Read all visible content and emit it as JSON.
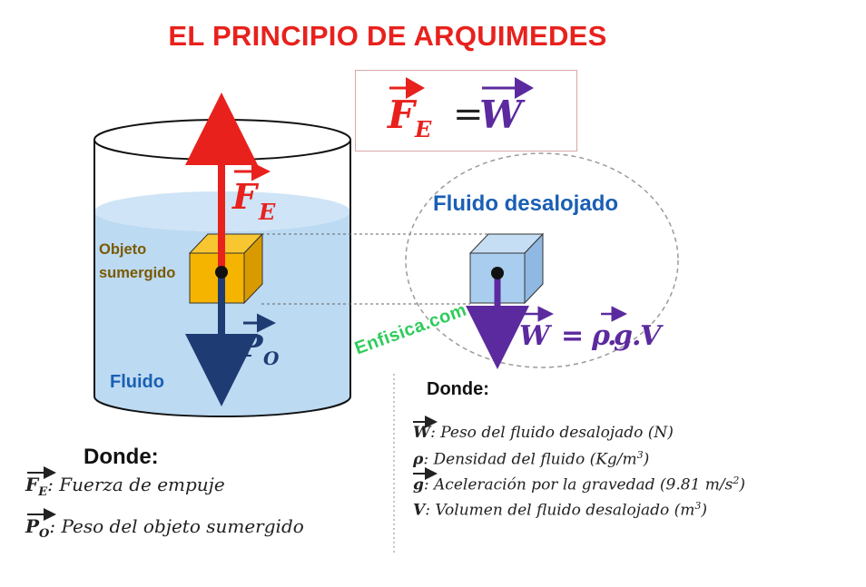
{
  "title": "EL PRINCIPIO DE ARQUIMEDES",
  "formula_main": {
    "left_symbol": "F",
    "left_sub": "E",
    "equals": "=",
    "right_symbol": "W"
  },
  "force_fe_label": {
    "symbol": "F",
    "sub": "E"
  },
  "force_po_label": {
    "symbol": "P",
    "sub": "O"
  },
  "object_label_line1": "Objeto",
  "object_label_line2": "sumergido",
  "fluid_label": "Fluido",
  "displaced_label": "Fluido desalojado",
  "weight_formula": {
    "w": "W",
    "eq": "=",
    "rho": "ρ",
    "dot1": ".",
    "g": "g",
    "dot2": ".",
    "v": "V"
  },
  "watermark": "Enfisica.com",
  "left_defs": {
    "heading": "Donde:",
    "items": [
      {
        "symbol": "F",
        "sub": "E",
        "text": ": Fuerza de empuje"
      },
      {
        "symbol": "P",
        "sub": "O",
        "text": ": Peso del objeto sumergido"
      }
    ]
  },
  "right_defs": {
    "heading": "Donde:",
    "items": [
      {
        "symbol": "W",
        "text": ": Peso del fluido desalojado (N)"
      },
      {
        "symbol": "ρ",
        "text": ": Densidad del fluido  (Kg/m",
        "sup": "3",
        "tail": ")"
      },
      {
        "symbol": "g",
        "text": ": Aceleración por la gravedad (9.81  m/s",
        "sup": "2",
        "tail": ")"
      },
      {
        "symbol": "V",
        "text": ": Volumen del fluido desalojado (m",
        "sup": "3",
        "tail": ")"
      }
    ]
  },
  "colors": {
    "title": "#e8211d",
    "force_fe": "#e8211d",
    "force_po": "#1f3b73",
    "weight": "#5b2a9e",
    "fluid": "#bcdaf2",
    "object": "#f5b400",
    "displaced_cube": "#a9cdef",
    "labels_blue": "#1a5fb4",
    "watermark": "#2ecc5a"
  }
}
